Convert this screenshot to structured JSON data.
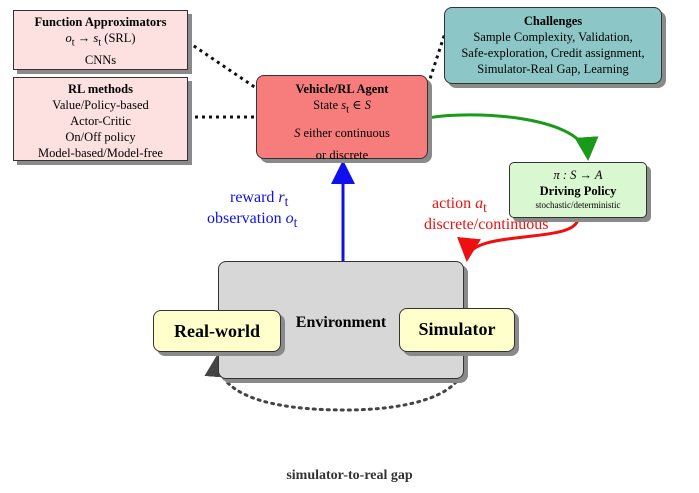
{
  "function_approximators": {
    "title": "Function Approximators",
    "line1_a": "o",
    "line1_a_sub": "t",
    "line1_arrow": "→",
    "line1_b": "s",
    "line1_b_sub": "t",
    "line1_suffix": "(SRL)",
    "line2": "CNNs"
  },
  "rl_methods": {
    "title": "RL methods",
    "items": [
      "Value/Policy-based",
      "Actor-Critic",
      "On/Off policy",
      "Model-based/Model-free"
    ]
  },
  "agent": {
    "title": "Vehicle/RL Agent",
    "state_prefix": "State",
    "state_var": "s",
    "state_sub": "t",
    "state_rel": "∈",
    "state_set": "S",
    "continuous_var": "S",
    "continuous_text": "either continuous",
    "discrete_text": "or discrete"
  },
  "challenges": {
    "title": "Challenges",
    "lines": [
      "Sample Complexity, Validation,",
      "Safe-exploration, Credit assignment,",
      "Simulator-Real Gap, Learning"
    ]
  },
  "policy": {
    "formula": "π : S → A",
    "title": "Driving Policy",
    "subtitle": "stochastic/deterministic"
  },
  "environment": {
    "title": "Environment"
  },
  "real_world": {
    "label": "Real-world"
  },
  "simulator": {
    "label": "Simulator"
  },
  "edges": {
    "reward_text": "reward",
    "reward_var": "r",
    "reward_sub": "t",
    "observation_text": "observation",
    "observation_var": "o",
    "observation_sub": "t",
    "action_text": "action",
    "action_var": "a",
    "action_sub": "t",
    "action_type": "discrete/continuous"
  },
  "gap_label": "simulator-to-real gap",
  "colors": {
    "agent_fill": "#f77d7d",
    "challenges_fill": "#8cc6c6",
    "policy_fill": "#d9f7d0",
    "environment_fill": "#d7d7d7",
    "subsystem_fill": "#ffffcc",
    "info_fill": "#fde0e0",
    "reward_arrow": "#1010ee",
    "action_arrow": "#ee1010",
    "policy_arrow": "#1a9a1a"
  }
}
